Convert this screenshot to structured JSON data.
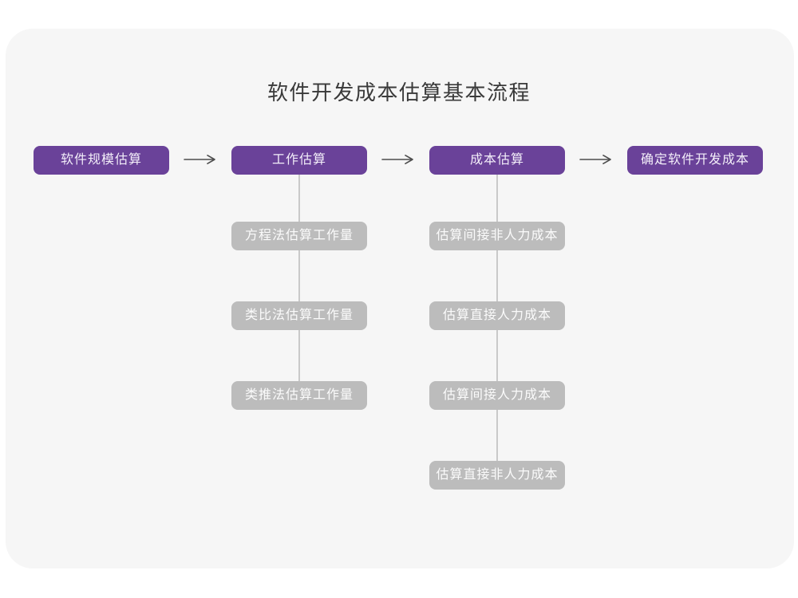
{
  "page": {
    "title": "软件开发成本估算基本流程"
  },
  "colors": {
    "canvas_background": "#f6f6f6",
    "page_background": "#ffffff",
    "main_node_purple": "#6a4299",
    "branch_node_gray": "#bcbcbc",
    "connector_line_gray": "#c9c9c9",
    "arrow_gray": "#4d4d4d",
    "title_text": "#3a3a3a",
    "node_text": "#ffffff"
  },
  "flow": {
    "steps": [
      {
        "label": "软件规模估算"
      },
      {
        "label": "工作估算"
      },
      {
        "label": "成本估算"
      },
      {
        "label": "确定软件开发成本"
      }
    ]
  },
  "branches": [
    {
      "parent": "工作估算",
      "items": [
        "方程法估算工作量",
        "类比法估算工作量",
        "类推法估算工作量"
      ]
    },
    {
      "parent": "成本估算",
      "items": [
        "估算间接非人力成本",
        "估算直接人力成本",
        "估算间接人力成本",
        "估算直接非人力成本"
      ]
    }
  ]
}
